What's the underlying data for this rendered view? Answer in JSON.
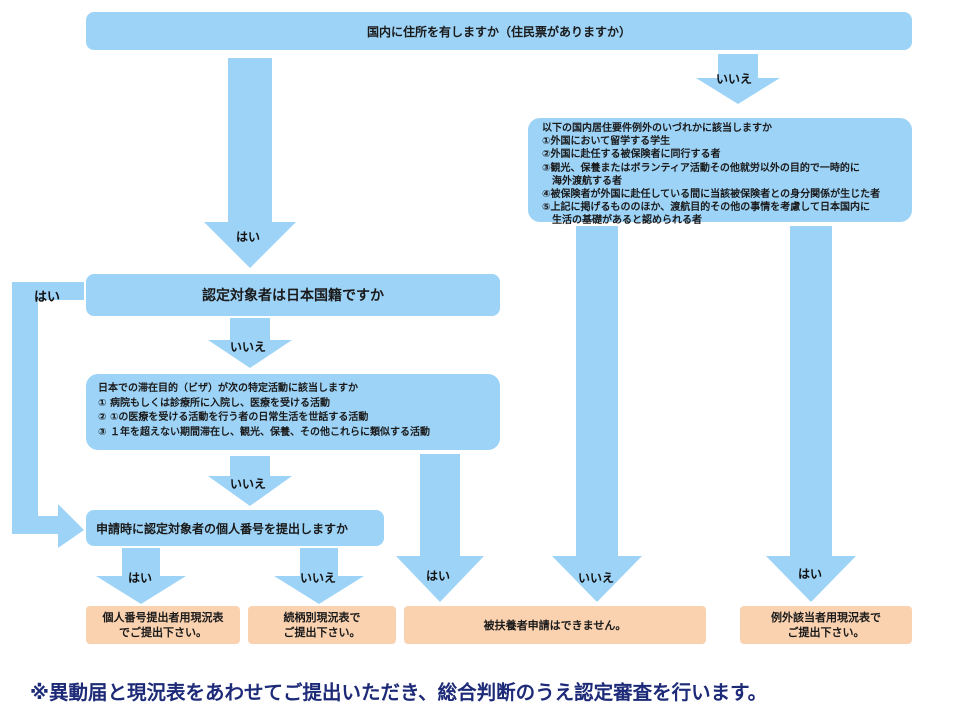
{
  "q_residence": "国内に住所を有しますか（住民票がありますか）",
  "q_exception": {
    "intro": "以下の国内居住要件例外のいづれかに該当しますか",
    "lines": [
      "①外国において留学する学生",
      "②外国に赴任する被保険者に同行する者",
      "③観光、保養またはボランティア活動その他就労以外の目的で一時的に",
      "　海外渡航する者",
      "④被保険者が外国に赴任している間に当該被保険者との身分関係が生じた者",
      "⑤上記に掲げるもののほか、渡航目的その他の事情を考慮して日本国内に",
      "　生活の基礎があると認められる者"
    ]
  },
  "q_nationality": "認定対象者は日本国籍ですか",
  "q_visa": {
    "intro": "日本での滞在目的（ビザ）が次の特定活動に該当しますか",
    "lines": [
      "① 病院もしくは診療所に入院し、医療を受ける活動",
      "② ①の医療を受ける活動を行う者の日常生活を世話する活動",
      "③ １年を超えない期間滞在し、観光、保養、その他これらに類似する活動"
    ]
  },
  "q_mynumber": "申請時に認定対象者の個人番号を提出しますか",
  "labels": {
    "no_top": "いいえ",
    "yes_residence": "はい",
    "yes_left": "はい",
    "no_nationality": "いいえ",
    "no_visa": "いいえ",
    "yes_mynumber": "はい",
    "no_mynumber": "いいえ",
    "yes_visa": "はい",
    "no_exception": "いいえ",
    "yes_exception": "はい"
  },
  "results": {
    "r1": [
      "個人番号提出者用現況表",
      "でご提出下さい。"
    ],
    "r2": [
      "続柄別現況表で",
      "ご提出下さい。"
    ],
    "r3": "被扶養者申請はできません。",
    "r4": [
      "例外該当者用現況表で",
      "ご提出下さい。"
    ]
  },
  "footnote": "※異動届と現況表をあわせてご提出いただき、総合判断のうえ認定審査を行います。",
  "colors": {
    "box": "#9dd3f7",
    "arrow": "#9dd3f7",
    "result": "#fad2b0"
  }
}
